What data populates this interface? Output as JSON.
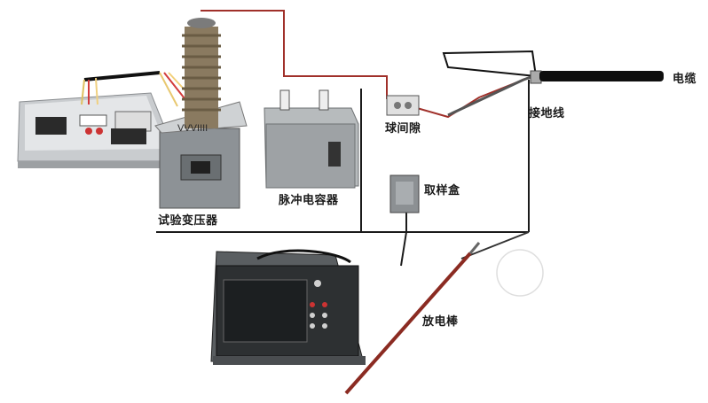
{
  "labels": {
    "control_box": "",
    "test_transformer": "试验变压器",
    "pulse_capacitor": "脉冲电容器",
    "ball_gap": "球间隙",
    "grounding_wire": "接地线",
    "cable": "电缆",
    "sampling_box": "取样盒",
    "discharge_rod": "放电棒"
  },
  "colors": {
    "hv_wire": "#a0302a",
    "ground_wire": "#1b1b1b",
    "cable": "#0e0e0e",
    "device_body": "#d9dadb",
    "insulator": "#8a7a60"
  }
}
